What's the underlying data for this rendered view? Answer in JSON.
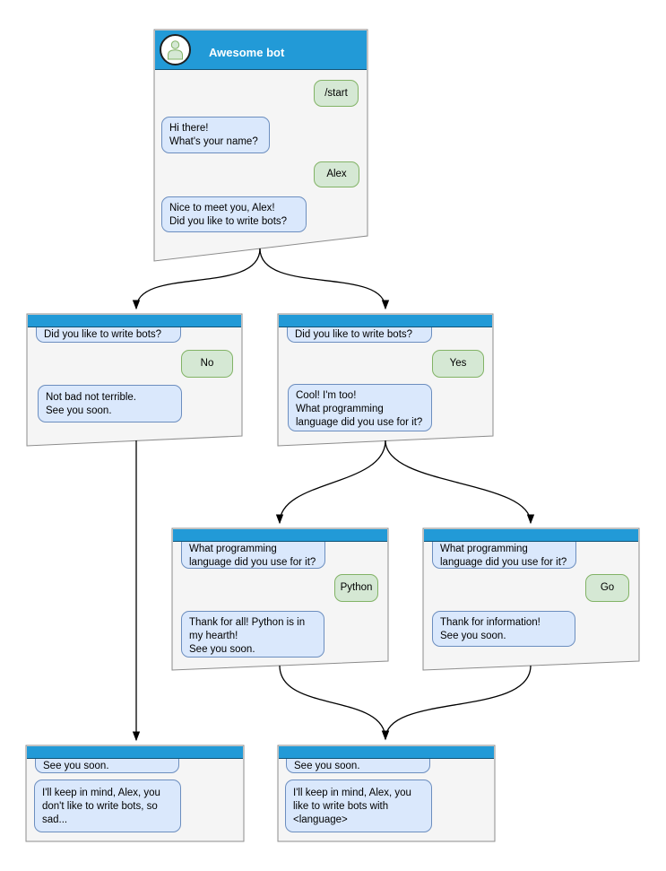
{
  "theme": {
    "titlebar": "#229ad7",
    "window-bg": "#f5f5f5",
    "window-border": "#8c8c8c",
    "bot-fill": "#dae8fc",
    "bot-border": "#6c8ebf",
    "user-fill": "#d5e8d4",
    "user-border": "#82b366",
    "arrow": "#000000"
  },
  "windows": [
    {
      "id": "awesome-bot",
      "title": "Awesome bot",
      "messages": [
        {
          "from": "user",
          "text": "/start"
        },
        {
          "from": "bot",
          "text": "Hi there!\nWhat's your name?"
        },
        {
          "from": "user",
          "text": "Alex"
        },
        {
          "from": "bot",
          "text": "Nice to meet you, Alex!\nDid you like to write bots?"
        }
      ]
    },
    {
      "id": "branch-no",
      "messages": [
        {
          "from": "bot",
          "text": "Did you like to write bots?"
        },
        {
          "from": "user",
          "text": "No"
        },
        {
          "from": "bot",
          "text": "Not bad not terrible.\nSee you soon."
        }
      ]
    },
    {
      "id": "branch-yes",
      "messages": [
        {
          "from": "bot",
          "text": "Did you like to write bots?"
        },
        {
          "from": "user",
          "text": "Yes"
        },
        {
          "from": "bot",
          "text": "Cool! I'm too!\nWhat programming\nlanguage did you use for it?"
        }
      ]
    },
    {
      "id": "branch-python",
      "messages": [
        {
          "from": "bot",
          "text": "What programming\nlanguage did you use for it?"
        },
        {
          "from": "user",
          "text": "Python"
        },
        {
          "from": "bot",
          "text": "Thank for all! Python is in\nmy hearth!\nSee you soon."
        }
      ]
    },
    {
      "id": "branch-go",
      "messages": [
        {
          "from": "bot",
          "text": "What programming\nlanguage did you use for it?"
        },
        {
          "from": "user",
          "text": "Go"
        },
        {
          "from": "bot",
          "text": "Thank for information!\nSee you soon."
        }
      ]
    },
    {
      "id": "end-no",
      "messages": [
        {
          "from": "bot",
          "text": "See you soon."
        },
        {
          "from": "bot",
          "text": "I'll keep in mind, Alex, you\ndon't like to write bots, so\nsad..."
        }
      ]
    },
    {
      "id": "end-yes",
      "messages": [
        {
          "from": "bot",
          "text": "See you soon."
        },
        {
          "from": "bot",
          "text": "I'll keep in mind, Alex, you\nlike to write bots with\n<language>"
        }
      ]
    }
  ],
  "connections": [
    {
      "from": "awesome-bot",
      "to": "branch-no"
    },
    {
      "from": "awesome-bot",
      "to": "branch-yes"
    },
    {
      "from": "branch-no",
      "to": "end-no"
    },
    {
      "from": "branch-yes",
      "to": "branch-python"
    },
    {
      "from": "branch-yes",
      "to": "branch-go"
    },
    {
      "from": "branch-python",
      "to": "end-yes"
    },
    {
      "from": "branch-go",
      "to": "end-yes"
    }
  ]
}
